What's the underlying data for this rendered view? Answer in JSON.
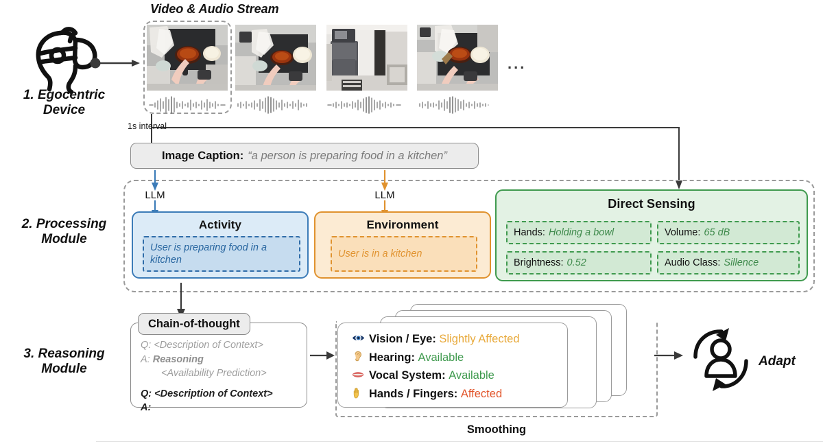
{
  "sections": {
    "device": "1. Egocentric\nDevice",
    "device_line1": "1. Egocentric",
    "device_line2": "Device",
    "processing_line1": "2. Processing",
    "processing_line2": "Module",
    "reasoning_line1": "3. Reasoning",
    "reasoning_line2": "Module"
  },
  "stream": {
    "title": "Video & Audio Stream",
    "ellipsis": "...",
    "frames": [
      {
        "alt": "person stirring sauce on stove, overhead egocentric view"
      },
      {
        "alt": "person at stove with pots, overhead egocentric view"
      },
      {
        "alt": "kitchen corridor with refrigerator and microwave"
      },
      {
        "alt": "person cooking with pan and bowls on stove"
      }
    ]
  },
  "interval": {
    "label": "1s interval"
  },
  "caption": {
    "label": "Image Caption:",
    "value": "“a person is preparing food in a kitchen”"
  },
  "llm": {
    "left": "LLM",
    "right": "LLM"
  },
  "activity": {
    "title": "Activity",
    "value": "User is preparing food in a kitchen",
    "color": "#3c7cb8"
  },
  "environment": {
    "title": "Environment",
    "value": "User is in a kitchen",
    "color": "#e0922e"
  },
  "direct_sensing": {
    "title": "Direct Sensing",
    "color": "#3f9a4e",
    "items": [
      {
        "key": "Hands:",
        "value": "Holding a bowl"
      },
      {
        "key": "Volume:",
        "value": "65 dB"
      },
      {
        "key": "Brightness:",
        "value": "0.52"
      },
      {
        "key": "Audio Class:",
        "value": "Sillence"
      }
    ]
  },
  "chain_of_thought": {
    "chip": "Chain-of-thought",
    "line1": "Q: <Description of Context>",
    "line2_prefix": "A: ",
    "line2_bold": "Reasoning",
    "line3": "<Availability Prediction>",
    "line4": "Q: <Description of Context>",
    "line5": "A:"
  },
  "availability_card": {
    "rows": [
      {
        "icon": "eye-icon",
        "glyph": "◉",
        "label": "Vision / Eye",
        "value": "Slightly Affected",
        "value_color": "#e8a93a"
      },
      {
        "icon": "ear-icon",
        "glyph": "ʔ",
        "label": "Hearing",
        "value": "Available",
        "value_color": "#3f9a4e"
      },
      {
        "icon": "mouth-icon",
        "glyph": "⊖",
        "label": "Vocal System",
        "value": "Available",
        "value_color": "#3f9a4e"
      },
      {
        "icon": "hand-icon",
        "glyph": "✋",
        "label": "Hands / Fingers",
        "value": "Affected",
        "value_color": "#e2562c"
      }
    ],
    "stack_count": 4
  },
  "smoothing": {
    "label": "Smoothing"
  },
  "adapt": {
    "label": "Adapt"
  }
}
